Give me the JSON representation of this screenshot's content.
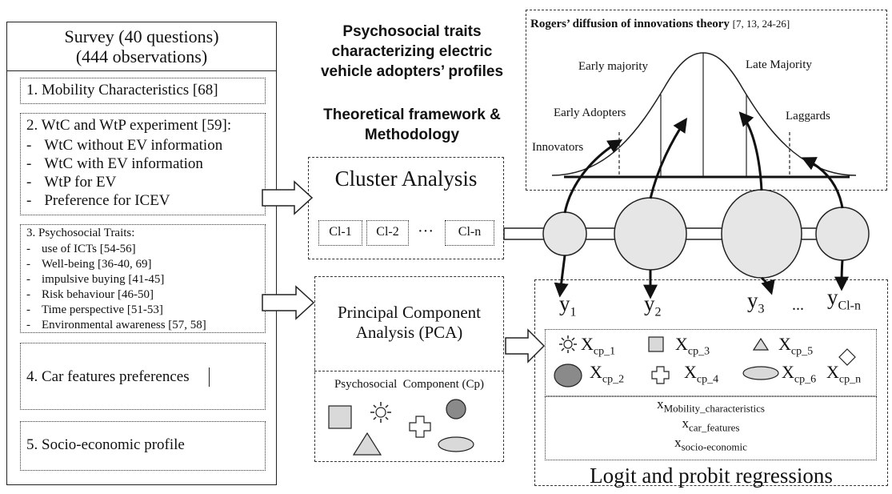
{
  "survey": {
    "title_line1": "Survey (40 questions)",
    "title_line2": "(444 observations)",
    "sec1": "1. Mobility Characteristics [68]",
    "sec2_title": "2. WtC and WtP experiment [59]:",
    "sec2_items": [
      "WtC without EV information",
      "WtC with EV information",
      "WtP for EV",
      "Preference for ICEV"
    ],
    "sec3_title": "3. Psychosocial Traits:",
    "sec3_items": [
      "use of ICTs [54-56]",
      "Well-being [36-40, 69]",
      "impulsive buying [41-45]",
      "Risk behaviour [46-50]",
      "Time perspective [51-53]",
      "Environmental awareness [57, 58]"
    ],
    "sec4": "4. Car features preferences",
    "sec5": "5. Socio-economic profile",
    "bullet": "-"
  },
  "header": {
    "title_line1": "Psychosocial traits",
    "title_line2": "characterizing electric",
    "title_line3": "vehicle adopters’ profiles",
    "subtitle_line1": "Theoretical framework &",
    "subtitle_line2": "Methodology"
  },
  "cluster": {
    "title": "Cluster Analysis",
    "items": [
      "Cl-1",
      "Cl-2",
      "Cl-n"
    ],
    "ellipsis": "···"
  },
  "pca": {
    "title_line1": "Principal Component",
    "title_line2": "Analysis (PCA)",
    "legend": "Psychosocial  Component (Cp)"
  },
  "rogers": {
    "title": "Rogers’ diffusion of innovations theory",
    "refs": "[7, 13, 24-26]",
    "labels": {
      "innovators": "Innovators",
      "early_adopters": "Early Adopters",
      "early_majority": "Early majority",
      "late_majority": "Late Majority",
      "laggards": "Laggards"
    }
  },
  "regression": {
    "y_labels": [
      {
        "base": "y",
        "sub": "1"
      },
      {
        "base": "y",
        "sub": "2"
      },
      {
        "base": "y",
        "sub": "3"
      },
      {
        "base": "y",
        "sub": "Cl-n"
      }
    ],
    "y_ellipsis": "...",
    "x_labels": {
      "cp1": {
        "base": "X",
        "sub": "cp_1"
      },
      "cp2": {
        "base": "X",
        "sub": "cp_2"
      },
      "cp3": {
        "base": "X",
        "sub": "cp_3"
      },
      "cp4": {
        "base": "X",
        "sub": "cp_4"
      },
      "cp5": {
        "base": "X",
        "sub": "cp_5"
      },
      "cp6": {
        "base": "X",
        "sub": "cp_6"
      },
      "cpn": {
        "base": "X",
        "sub": "cp_n"
      }
    },
    "covariates": [
      {
        "base": "x",
        "sub": "Mobility_characteristics"
      },
      {
        "base": "x",
        "sub": "car_features"
      },
      {
        "base": "x",
        "sub": "socio-economic"
      }
    ],
    "title": "Logit and probit regressions"
  },
  "colors": {
    "line": "#222222",
    "shape_fill": "#d9d9d9",
    "dark_fill": "#8a8a8a"
  }
}
